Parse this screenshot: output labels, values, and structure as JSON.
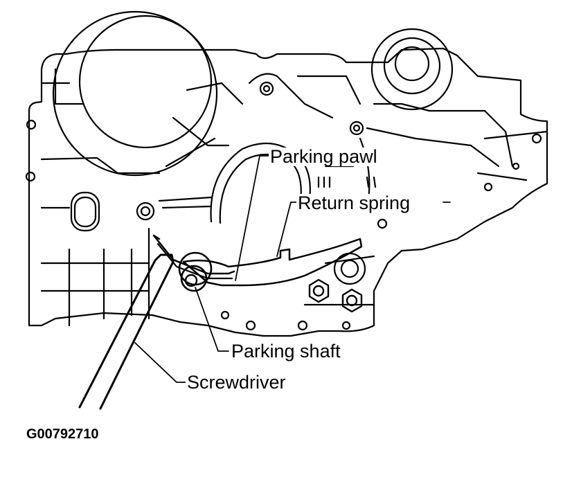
{
  "labels": {
    "parking_pawl": "Parking pawl",
    "return_spring": "Return spring",
    "parking_shaft": "Parking shaft",
    "screwdriver": "Screwdriver"
  },
  "figure_id": "G00792710",
  "colors": {
    "ink": "#000000",
    "paper": "#ffffff"
  }
}
